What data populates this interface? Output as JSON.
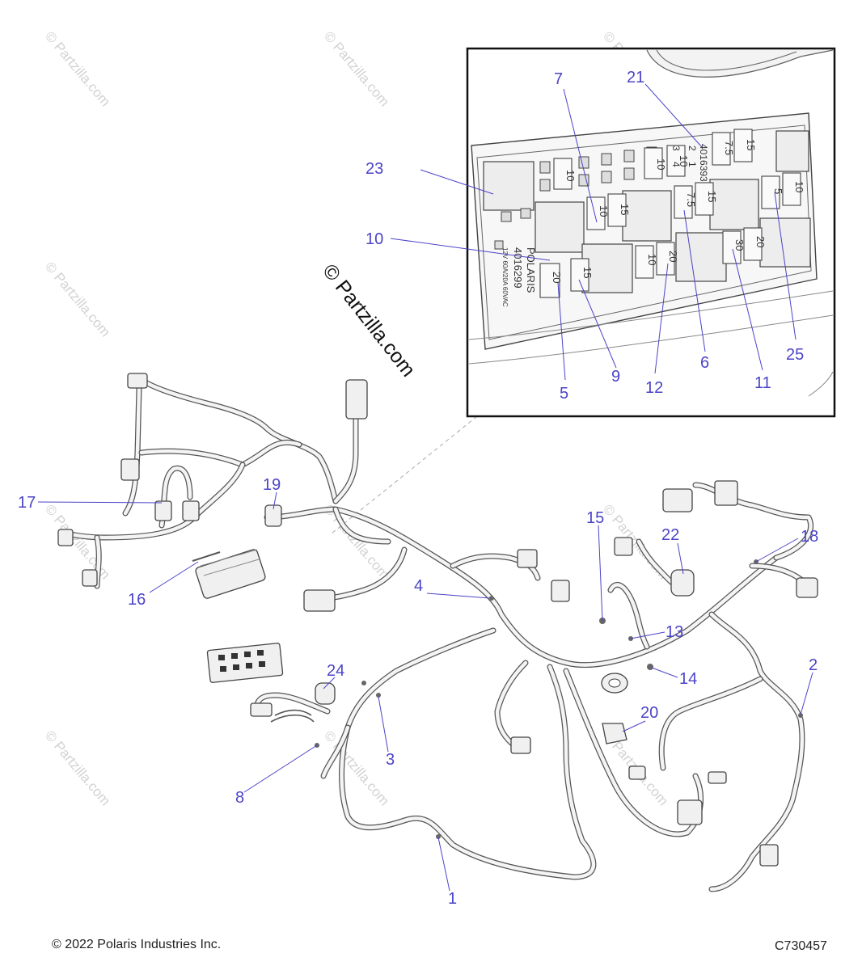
{
  "footer": {
    "copyright": "© 2022 Polaris Industries Inc.",
    "drawing_number": "C730457"
  },
  "watermark": {
    "text": "© Partzilla.com",
    "large_text": "© Partzilla.com"
  },
  "fuse_box": {
    "brand": "POLARIS",
    "part_number": "4016299",
    "rating": "12V 60A/20A 60VAC",
    "relay_part": "4016393",
    "relay_pins": [
      "2",
      "1",
      "3",
      "4"
    ],
    "fuse_ratings": [
      "10",
      "10",
      "10",
      "7.5",
      "15",
      "10",
      "15",
      "7.5",
      "15",
      "5",
      "10",
      "20",
      "15",
      "10",
      "20",
      "30",
      "20"
    ]
  },
  "callouts": [
    "1",
    "2",
    "3",
    "4",
    "5",
    "6",
    "7",
    "8",
    "9",
    "10",
    "11",
    "12",
    "13",
    "14",
    "15",
    "16",
    "17",
    "18",
    "19",
    "20",
    "21",
    "22",
    "23",
    "24",
    "25"
  ]
}
